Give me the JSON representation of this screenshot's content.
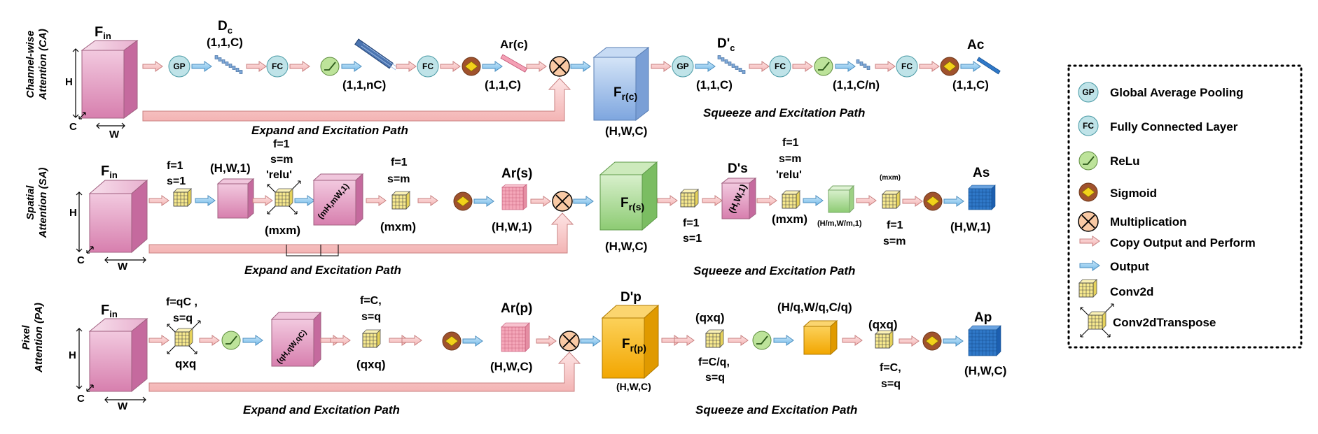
{
  "rows": {
    "ca": {
      "side_label_1": "Channel-wise",
      "side_label_2": "Attention (CA)",
      "expand_path": "Expand and Excitation Path",
      "squeeze_path": "Squeeze and Excitation Path",
      "fin": "F",
      "fin_sub": "in",
      "dim_h": "H",
      "dim_w": "W",
      "dim_c": "C",
      "dc_label": "D",
      "dc_sub": "c",
      "dc_dims": "(1,1,C)",
      "nc_label": "(1,1,nC)",
      "arc_label": "Ar(c)",
      "arc_dims": "(1,1,C)",
      "fr_label": "F",
      "fr_sub": "r(c)",
      "fr_dims": "(H,W,C)",
      "dpc_label": "D'",
      "dpc_sub": "c",
      "dpc_dims": "(1,1,C)",
      "cn_label": "(1,1,C/n)",
      "ac_label": "Ac",
      "ac_dims": "(1,1,C)"
    },
    "sa": {
      "side_label_1": "Spatial",
      "side_label_2": "Attention (SA)",
      "expand_path": "Expand and Excitation Path",
      "squeeze_path": "Squeeze and Excitation Path",
      "fin": "F",
      "fin_sub": "in",
      "dim_h": "H",
      "dim_w": "W",
      "dim_c": "C",
      "conv1_f": "f=1",
      "conv1_s": "s=1",
      "hw1": "(H,W,1)",
      "t_f": "f=1",
      "t_s": "s=m",
      "t_relu": "'relu'",
      "t_mxm": "(mxm)",
      "mhmw": "(mH,mW,1)",
      "conv2_f": "f=1",
      "conv2_s": "s=m",
      "conv2_mxm": "(mxm)",
      "ars_label": "Ar(s)",
      "ars_dims": "(H,W,1)",
      "fr_label": "F",
      "fr_sub": "r(s)",
      "fr_dims": "(H,W,C)",
      "conv3_f": "f=1",
      "conv3_s": "s=1",
      "ds_label": "D's",
      "ds_dims": "(H,W,1)",
      "conv4_f": "f=1",
      "conv4_s": "s=m",
      "conv4_relu": "'relu'",
      "conv4_mxm": "(mxm)",
      "hm_label": "(H/m,W/m,1)",
      "mxm_small": "(mxm)",
      "conv5_f": "f=1",
      "conv5_s": "s=m",
      "as_label": "As",
      "as_dims": "(H,W,1)"
    },
    "pa": {
      "side_label_1": "Pixel",
      "side_label_2": "Attention (PA)",
      "expand_path": "Expand and Excitation Path",
      "squeeze_path": "Squeeze and Excitation Path",
      "fin": "F",
      "fin_sub": "in",
      "dim_h": "H",
      "dim_w": "W",
      "dim_c": "C",
      "t_f": "f=qC ,",
      "t_s": "s=q",
      "t_qxq": "qxq",
      "qhqw": "(qH,qW,qC)",
      "conv2_f": "f=C,",
      "conv2_s": "s=q",
      "conv2_qxq": "(qxq)",
      "arp_label": "Ar(p)",
      "arp_dims": "(H,W,C)",
      "dp_label": "D'p",
      "fr_label": "F",
      "fr_sub": "r(p)",
      "fr_dims": "(H,W,C)",
      "conv3_qxq": "(qxq)",
      "conv3_f": "f=C/q,",
      "conv3_s": "s=q",
      "hq_label": "(H/q,W/q,C/q)",
      "conv4_qxq": "(qxq)",
      "conv4_f": "f=C,",
      "conv4_s": "s=q",
      "ap_label": "Ap",
      "ap_dims": "(H,W,C)"
    }
  },
  "legend": {
    "items": [
      {
        "icon": "GP",
        "text": "Global Average Pooling"
      },
      {
        "icon": "FC",
        "text": "Fully Connected Layer"
      },
      {
        "icon": "",
        "text": "ReLu"
      },
      {
        "icon": "",
        "text": "Sigmoid"
      },
      {
        "icon": "",
        "text": "Multiplication"
      },
      {
        "icon": "",
        "text": "Copy Output and Perform"
      },
      {
        "icon": "",
        "text": "Output"
      },
      {
        "icon": "",
        "text": "Conv2d"
      },
      {
        "icon": "",
        "text": "Conv2dTranspose"
      }
    ]
  },
  "icons": {
    "gp": "GP",
    "fc": "FC"
  },
  "colors": {
    "pink_cube": "#d98ab4",
    "blue_cube": "#8fb3e3",
    "green_cube": "#9fd38a",
    "orange_cube": "#f7b21b",
    "gp_fill": "#bfe3e8",
    "relu_fill": "#bde39a",
    "sigmoid_fill": "#a0522d",
    "sigmoid_diamond": "#f2d21a",
    "mult_fill": "#f9c9a4",
    "copy_arrow": "#f6c1c1",
    "output_arrow": "#8fc9ee",
    "conv_fill": "#f7e98e"
  }
}
